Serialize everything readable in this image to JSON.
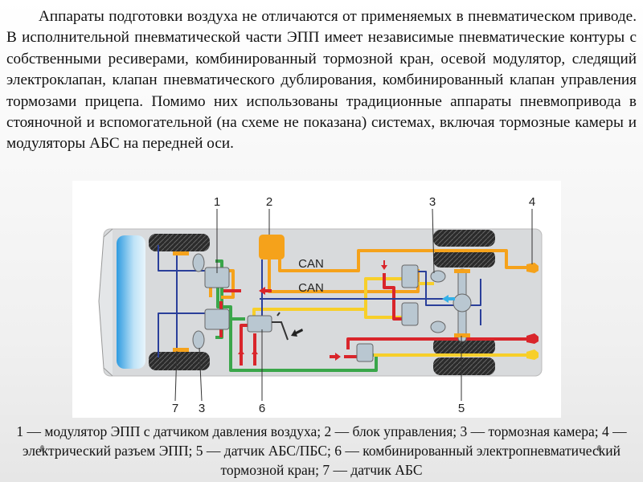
{
  "paragraph": "Аппараты подготовки воздуха не отличаются от применяемых в пневматическом приводе. В исполнительной пневматической части ЭПП имеет независимые пневматические контуры с собственными ресиверами, комбинированный тормозной кран, осевой модулятор, следящий электроклапан, клапан пневматического дублирования, комбинированный клапан управления тормозами прицепа. Помимо них использованы традиционные аппараты пневмопривода в стояночной и вспомогательной (на схеме не показана) системах, включая тормозные камеры и модуляторы АБС на передней оси.",
  "diagram": {
    "labels": {
      "n1": "1",
      "n2": "2",
      "n3_top": "3",
      "n4": "4",
      "n7": "7",
      "n3_bottom": "3",
      "n6": "6",
      "n5": "5"
    },
    "can_top": "CAN",
    "can_bottom": "CAN",
    "colors": {
      "orange": "#f5a21b",
      "yellow": "#f7cf2a",
      "red": "#d9252b",
      "green": "#3aa64a",
      "blue": "#2a3f9a",
      "body": "#d8dadc"
    }
  },
  "caption": "1 — модулятор ЭПП с датчиком давления воздуха; 2 — блок управления; 3 — тормозная камера; 4 — электрический разъем ЭПП; 5 — датчик АБС/ПБС; 6 — комбинированный электропневматический тормозной кран; 7 — датчик АБС"
}
